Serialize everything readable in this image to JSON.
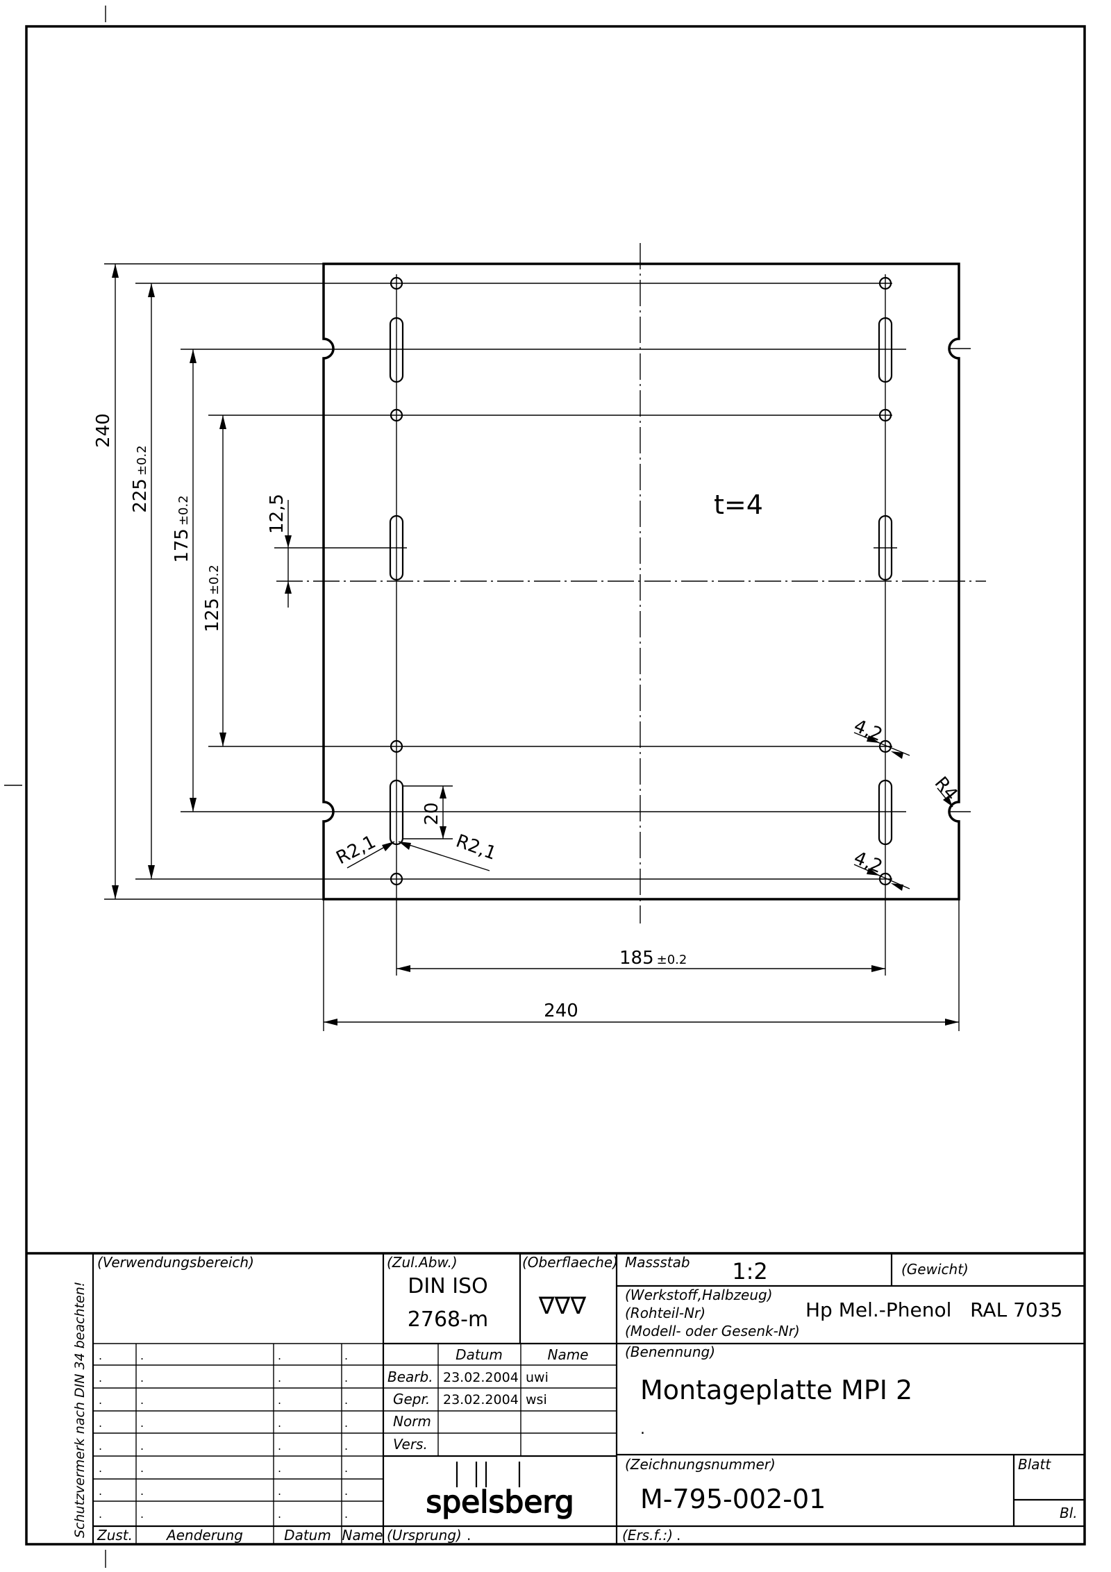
{
  "drawing": {
    "thickness_note": "t=4",
    "dims": {
      "height_total": "240",
      "h_225": "225",
      "h_225_tol": "±0.2",
      "h_175": "175",
      "h_175_tol": "±0.2",
      "h_125": "125",
      "h_125_tol": "±0.2",
      "h_12_5": "12,5",
      "slot_20": "20",
      "r_left": "R2,1",
      "r_right": "R2,1",
      "hole_upper": "4,2",
      "hole_lower": "4,2",
      "notch_r": "R4",
      "w_185": "185",
      "w_185_tol": "±0.2",
      "width_total": "240"
    }
  },
  "title_block": {
    "side_note": "Schutzvermerk nach DIN 34 beachten!",
    "verwendungsbereich_label": "(Verwendungsbereich)",
    "zul_abw_label": "(Zul.Abw.)",
    "zul_abw_line1": "DIN ISO",
    "zul_abw_line2": "2768-m",
    "oberflaeche_label": "(Oberflaeche)",
    "oberflaeche_symbol": "∇∇∇",
    "massstab_label": "Massstab",
    "massstab_value": "1:2",
    "gewicht_label": "(Gewicht)",
    "werkstoff_label1": "(Werkstoff,Halbzeug)",
    "werkstoff_label2": "(Rohteil-Nr)",
    "werkstoff_label3": "(Modell- oder Gesenk-Nr)",
    "werkstoff_value": "Hp Mel.-Phenol   RAL 7035",
    "benennung_label": "(Benennung)",
    "benennung_value": "Montageplatte MPI 2",
    "benennung_dot": ".",
    "col_datum": "Datum",
    "col_name": "Name",
    "rows": [
      {
        "label": "Bearb.",
        "datum": "23.02.2004",
        "name": "uwi"
      },
      {
        "label": "Gepr.",
        "datum": "23.02.2004",
        "name": "wsi"
      },
      {
        "label": "Norm",
        "datum": "",
        "name": ""
      },
      {
        "label": "Vers.",
        "datum": "",
        "name": ""
      }
    ],
    "logo_text": "spelsberg",
    "zeichnungsnummer_label": "(Zeichnungsnummer)",
    "zeichnungsnummer_value": "M-795-002-01",
    "blatt_label": "Blatt",
    "bl_label": "Bl.",
    "revision_headers": {
      "zust": "Zust.",
      "aenderung": "Aenderung",
      "datum": "Datum",
      "name": "Name"
    },
    "ursprung_label": "(Ursprung)",
    "ursprung_dot": ".",
    "ersf_label": "(Ers.f.:)",
    "ersf_dot": ".",
    "revision_dot": "."
  }
}
